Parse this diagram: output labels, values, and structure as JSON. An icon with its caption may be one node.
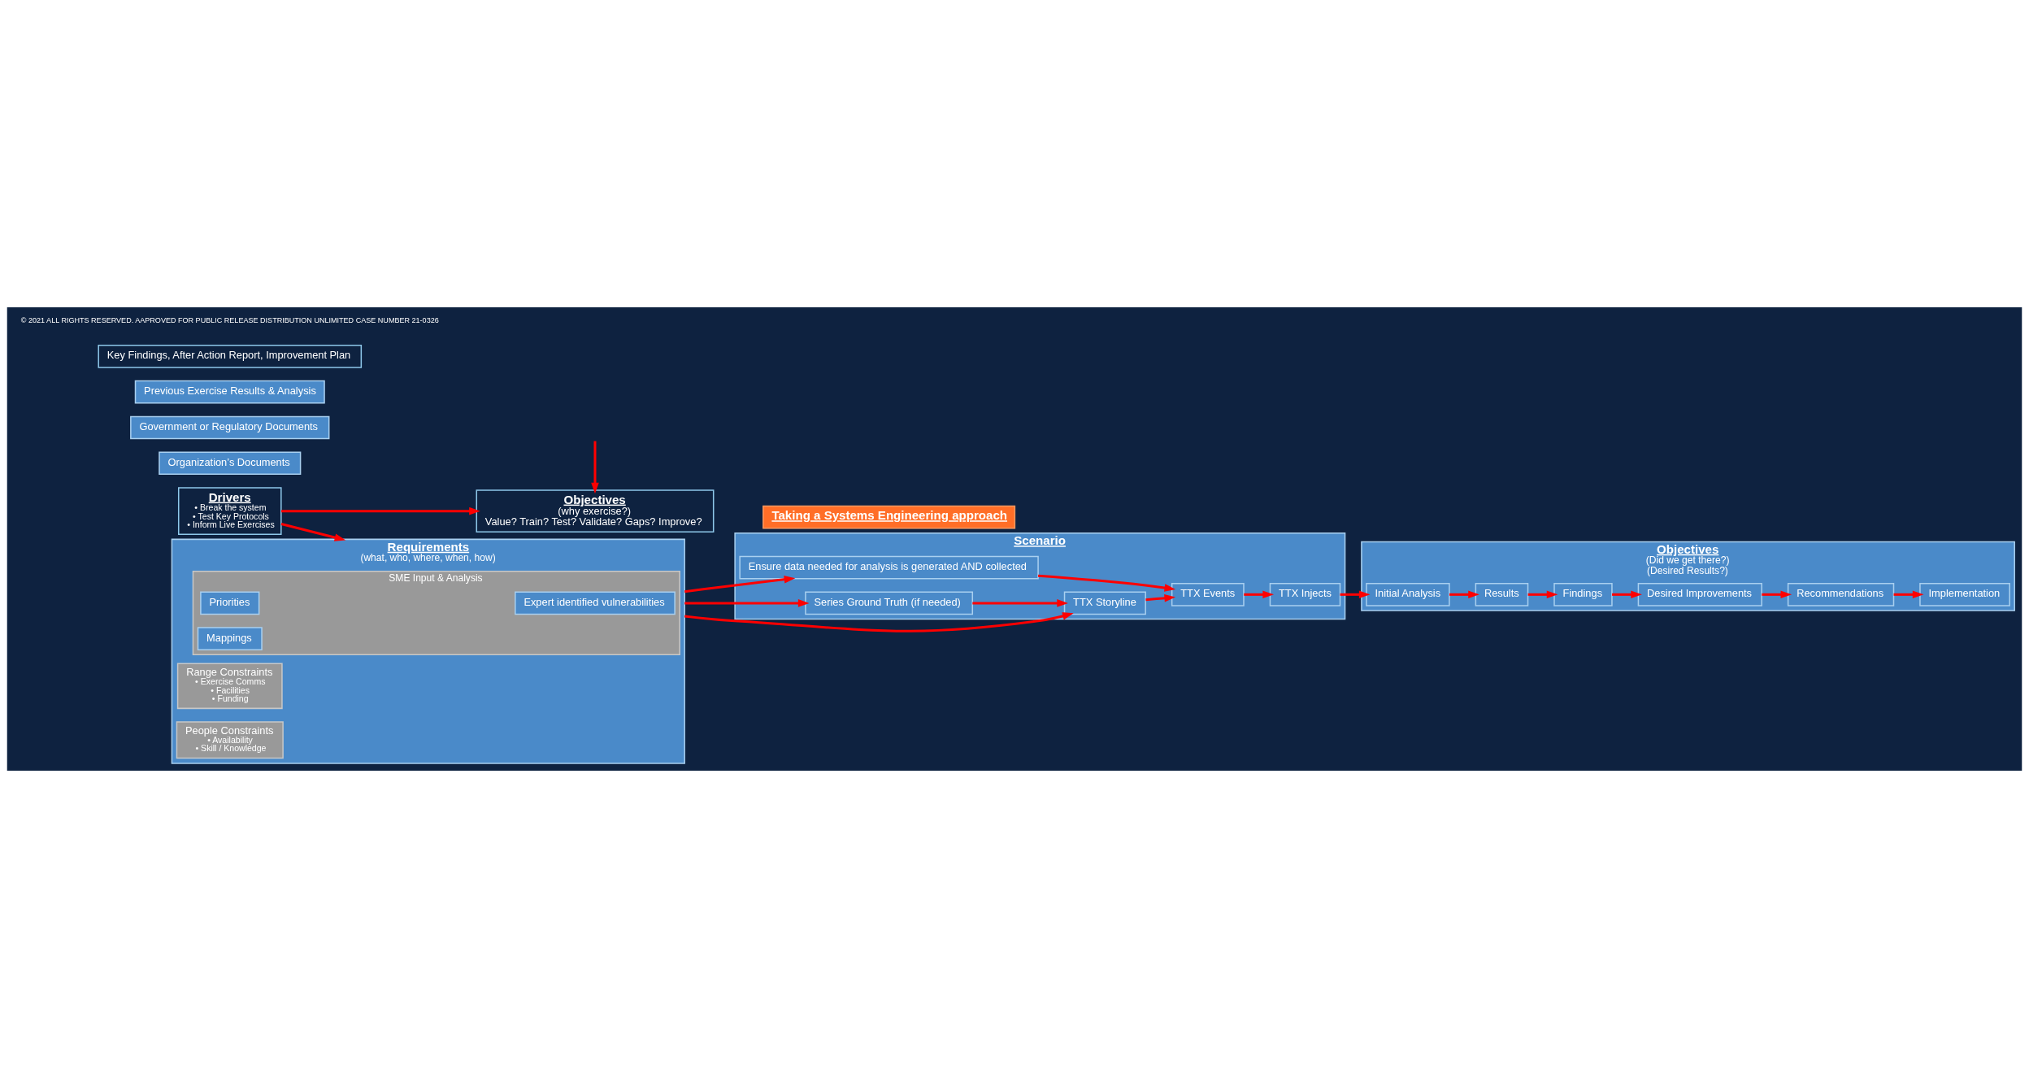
{
  "diagram": {
    "nodes": [
      {
        "text": [
          "Objectives",
          "(why exercise?)",
          "Value? Train? Test? Validate? Gaps? Improve?"
        ]
      },
      {
        "text": [
          "Requirements",
          "(what, who, where, when, how)"
        ]
      },
      {
        "text": [
          "Organization’s Documents"
        ]
      },
      {
        "text": [
          "Government or Regulatory Documents"
        ]
      },
      {
        "text": [
          "Previous Exercise Results & Analysis"
        ]
      },
      {
        "text": [
          "SME Input & Analysis"
        ],
        "in": 1
      },
      {
        "text": [
          "Expert identified vulnerabilities"
        ],
        "in": 5
      },
      {
        "text": [
          "Priorities"
        ],
        "in": 5
      },
      {
        "text": [
          "Mappings"
        ],
        "in": 5
      },
      {
        "text": [
          "Range Constraints",
          "• Exercise Comms",
          "• Facilities",
          "• Funding"
        ],
        "in": 1
      },
      {
        "text": [
          "People Constraints",
          "• Availability",
          "• Skill / Knowledge"
        ],
        "in": 1
      },
      {
        "text": [
          "Drivers",
          "• Break the system",
          "• Test Key Protocols",
          "• Inform Live Exercises"
        ]
      },
      {
        "text": [
          "Taking a Systems Engineering approach"
        ]
      },
      {
        "text": [
          "Scenario"
        ]
      },
      {
        "text": [
          "Series Ground Truth (if needed)"
        ],
        "in": 13
      },
      {
        "text": [
          "TTX Storyline"
        ],
        "in": 13
      },
      {
        "text": [
          "TTX Events"
        ],
        "in": 13
      },
      {
        "text": [
          "TTX Injects"
        ],
        "in": 13
      },
      {
        "text": [
          "Ensure data needed for analysis is generated AND collected"
        ],
        "in": 13
      },
      {
        "text": [
          "Objectives",
          "(Did we get there?)",
          "(Desired Results?)"
        ]
      },
      {
        "text": [
          "Initial Analysis"
        ],
        "in": 19
      },
      {
        "text": [
          "Results"
        ],
        "in": 19
      },
      {
        "text": [
          "Findings"
        ],
        "in": 19
      },
      {
        "text": [
          "Desired Improvements"
        ],
        "in": 19
      },
      {
        "text": [
          "Recommendations"
        ],
        "in": 19
      },
      {
        "text": [
          "Implementation"
        ],
        "in": 19
      },
      {
        "text": [
          "Key Findings, After Action Report, Improvement Plan"
        ]
      }
    ],
    "edges": [
      {
        "from": null,
        "to": 0,
        "arrow": "to"
      },
      {
        "from": 11,
        "to": 0,
        "arrow": "to"
      },
      {
        "from": 11,
        "to": 1,
        "arrow": "to"
      },
      {
        "from": 1,
        "to": 14,
        "arrow": "to"
      },
      {
        "from": 1,
        "to": 15,
        "arrow": "to"
      },
      {
        "from": 1,
        "to": 18,
        "arrow": "to"
      },
      {
        "from": 14,
        "to": 15,
        "arrow": "to"
      },
      {
        "from": 15,
        "to": 16,
        "arrow": "to"
      },
      {
        "from": 16,
        "to": 17,
        "arrow": "to"
      },
      {
        "from": 18,
        "to": 16,
        "arrow": "to"
      },
      {
        "from": 17,
        "to": 20,
        "arrow": "to"
      },
      {
        "from": 20,
        "to": 21,
        "arrow": "to"
      },
      {
        "from": 21,
        "to": 22,
        "arrow": "to"
      },
      {
        "from": 22,
        "to": 23,
        "arrow": "to"
      },
      {
        "from": 23,
        "to": 24,
        "arrow": "to"
      },
      {
        "from": 24,
        "to": 25,
        "arrow": "to"
      }
    ],
    "labels": [
      "© 2021 ALL RIGHTS RESERVED. AAPROVED FOR PUBLIC RELEASE DISTRIBUTION UNLIMITED CASE NUMBER 21-0326"
    ]
  }
}
